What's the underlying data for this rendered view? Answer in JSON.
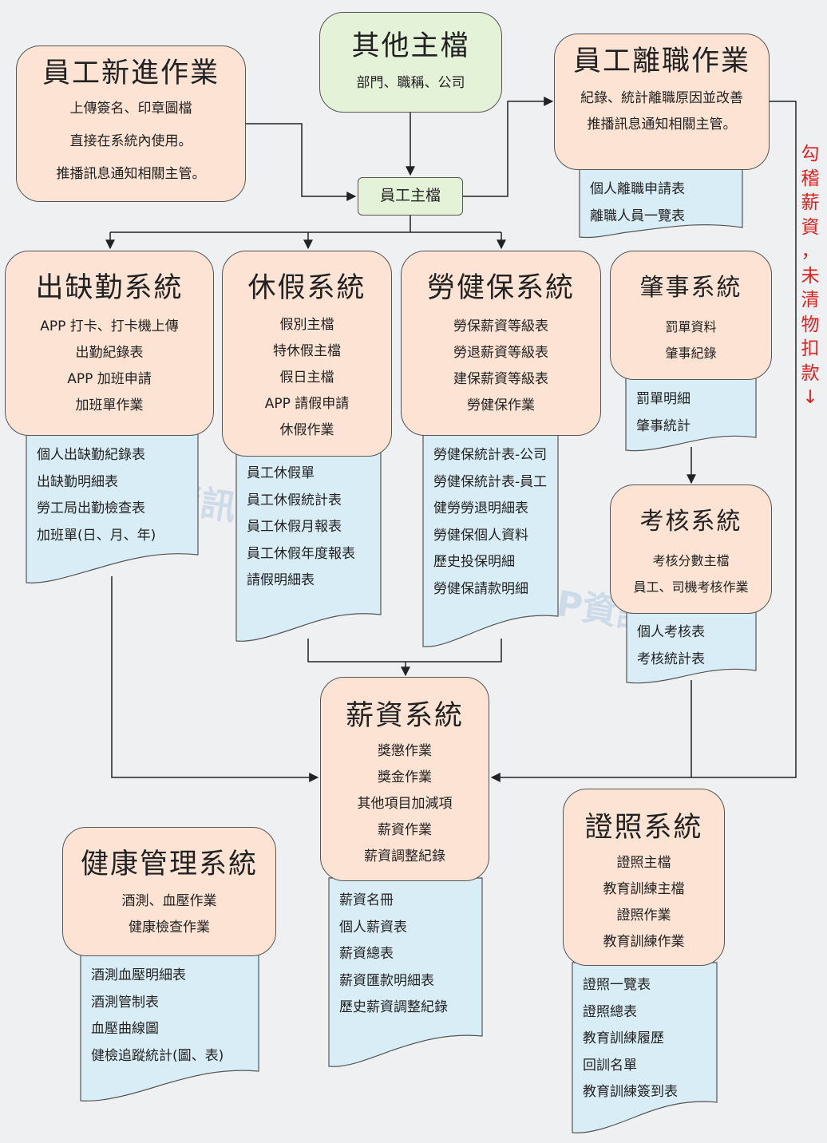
{
  "other_master": {
    "title": "其他主檔",
    "items": [
      "部門、職稱、公司"
    ]
  },
  "new_hire": {
    "title": "員工新進作業",
    "items": [
      "上傳簽名、印章圖檔",
      "直接在系統內使用。",
      "推播訊息通知相關主管。"
    ]
  },
  "resignation": {
    "title": "員工離職作業",
    "items": [
      "紀錄、統計離職原因並改善",
      "推播訊息通知相關主管。"
    ],
    "reports": [
      "個人離職申請表",
      "離職人員一覽表"
    ]
  },
  "employee_master": {
    "label": "員工主檔"
  },
  "attendance": {
    "title": "出缺勤系統",
    "items": [
      "APP 打卡、打卡機上傳",
      "出勤紀錄表",
      "APP 加班申請",
      "加班單作業"
    ],
    "reports": [
      "個人出缺勤紀錄表",
      "出缺勤明細表",
      "勞工局出勤檢查表",
      "加班單(日、月、年)"
    ]
  },
  "leave": {
    "title": "休假系統",
    "items": [
      "假別主檔",
      "特休假主檔",
      "假日主檔",
      "APP 請假申請",
      "休假作業"
    ],
    "reports": [
      "員工休假單",
      "員工休假統計表",
      "員工休假月報表",
      "員工休假年度報表",
      "請假明細表"
    ]
  },
  "insurance": {
    "title": "勞健保系統",
    "items": [
      "勞保薪資等級表",
      "勞退薪資等級表",
      "建保薪資等級表",
      "勞健保作業"
    ],
    "reports": [
      "勞健保統計表-公司",
      "勞健保統計表-員工",
      "健勞勞退明細表",
      "勞健保個人資料",
      "歷史投保明細",
      "勞健保請款明細"
    ]
  },
  "incident": {
    "title": "肇事系統",
    "items": [
      "罰單資料",
      "肇事紀錄"
    ],
    "reports": [
      "罰單明細",
      "肇事統計"
    ]
  },
  "appraisal": {
    "title": "考核系統",
    "items": [
      "考核分數主檔",
      "員工、司機考核作業"
    ],
    "reports": [
      "個人考核表",
      "考核統計表"
    ]
  },
  "payroll": {
    "title": "薪資系統",
    "items": [
      "獎懲作業",
      "獎金作業",
      "其他項目加減項",
      "薪資作業",
      "薪資調整紀錄"
    ],
    "reports": [
      "薪資名冊",
      "個人薪資表",
      "薪資總表",
      "薪資匯款明細表",
      "歷史薪資調整紀錄"
    ]
  },
  "license": {
    "title": "證照系統",
    "items": [
      "證照主檔",
      "教育訓練主檔",
      "證照作業",
      "教育訓練作業"
    ],
    "reports": [
      "證照一覽表",
      "證照總表",
      "教育訓練履歷",
      "回訓名單",
      "教育訓練簽到表"
    ]
  },
  "health": {
    "title": "健康管理系統",
    "items": [
      "酒測、血壓作業",
      "健康檢查作業"
    ],
    "reports": [
      "酒測血壓明細表",
      "酒測管制表",
      "血壓曲線圖",
      "健檢追蹤統計(圖、表)"
    ]
  },
  "side_note": [
    "勾",
    "稽",
    "薪",
    "資",
    "，",
    "未",
    "清",
    "物",
    "扣",
    "款",
    "↓"
  ],
  "watermark": {
    "line1": "叮歐雲端資訊有限公司",
    "line2": "ERP資訊系統"
  },
  "colors": {
    "process_box": "#fce3d3",
    "master_box": "#e4f2d8",
    "report_doc": "#d9edf7",
    "note_text": "#dd2222"
  }
}
